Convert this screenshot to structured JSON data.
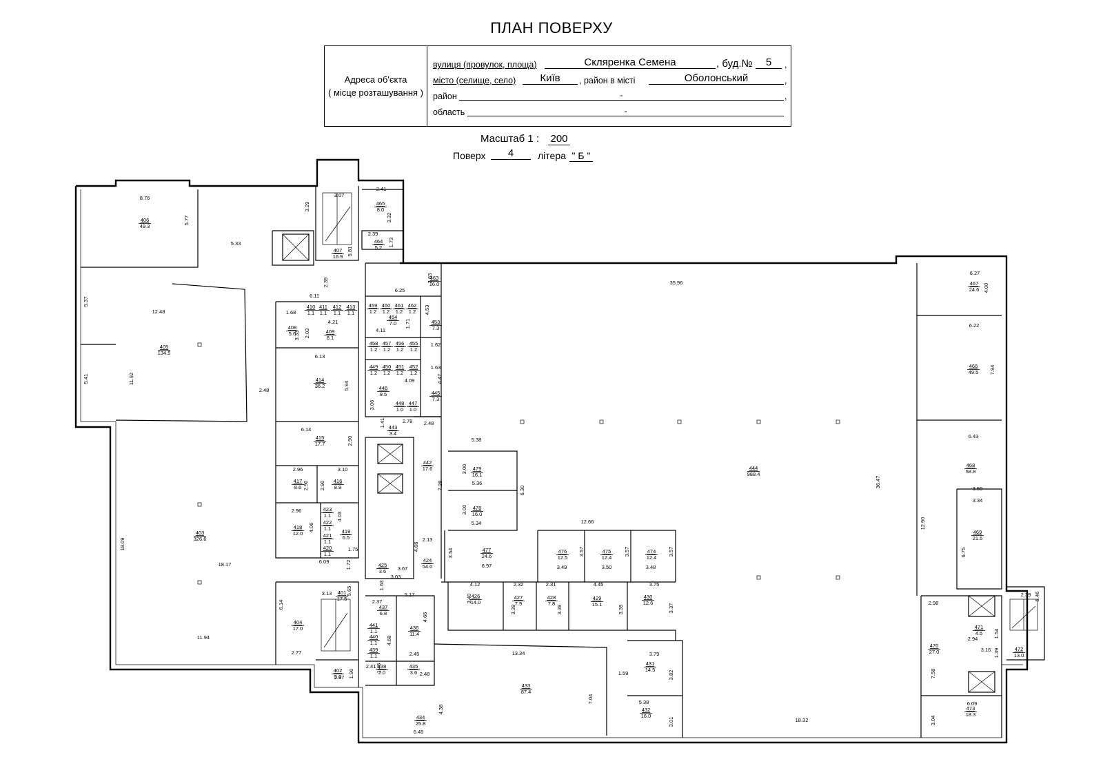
{
  "title": "ПЛАН ПОВЕРХУ",
  "address": {
    "label_line1": "Адреса об'єкта",
    "label_line2": "( місце розташування )",
    "street_label": "вулиця (провулок, площа)",
    "street_value": "Скляренка Семена",
    "building_label": ", буд.№",
    "building_value": "5",
    "city_label": "місто (селище, село)",
    "city_value": "Київ",
    "city_district_label": ",  район в місті",
    "city_district_value": "Оболонський",
    "district_label": "район",
    "district_value": "-",
    "region_label": "область",
    "region_value": "-",
    "comma": ","
  },
  "scale": {
    "label": "Масштаб  1 :",
    "value": "200"
  },
  "floor": {
    "label": "Поверх",
    "value": "4",
    "letter_label": "літера",
    "letter_value": "\" Б \""
  },
  "rooms": [
    {
      "n": "406",
      "a": "49.3"
    },
    {
      "n": "405",
      "a": "134.5"
    },
    {
      "n": "403",
      "a": "326.6"
    },
    {
      "n": "404",
      "a": "17.0"
    },
    {
      "n": "402",
      "a": "5.6"
    },
    {
      "n": "401",
      "a": "17.5"
    },
    {
      "n": "407",
      "a": "16.9"
    },
    {
      "n": "465",
      "a": "8.0"
    },
    {
      "n": "464",
      "a": "5.2"
    },
    {
      "n": "463",
      "a": "16.0"
    },
    {
      "n": "408",
      "a": "5.6"
    },
    {
      "n": "409",
      "a": "8.1"
    },
    {
      "n": "414",
      "a": "36.2"
    },
    {
      "n": "415",
      "a": "17.7"
    },
    {
      "n": "417",
      "a": "8.6"
    },
    {
      "n": "416",
      "a": "8.9"
    },
    {
      "n": "418",
      "a": "12.0"
    },
    {
      "n": "419",
      "a": "6.5"
    },
    {
      "n": "454",
      "a": "7.0"
    },
    {
      "n": "453",
      "a": "7.3"
    },
    {
      "n": "446",
      "a": "9.5"
    },
    {
      "n": "445",
      "a": "7.3"
    },
    {
      "n": "443",
      "a": "3.4"
    },
    {
      "n": "442",
      "a": "17.6"
    },
    {
      "n": "425",
      "a": "3.6"
    },
    {
      "n": "424",
      "a": "54.0"
    },
    {
      "n": "479",
      "a": "16.1"
    },
    {
      "n": "478",
      "a": "16.0"
    },
    {
      "n": "477",
      "a": "24.6"
    },
    {
      "n": "476",
      "a": "12.5"
    },
    {
      "n": "475",
      "a": "12.4"
    },
    {
      "n": "474",
      "a": "12.4"
    },
    {
      "n": "426",
      "a": "14.0"
    },
    {
      "n": "427",
      "a": "7.9"
    },
    {
      "n": "428",
      "a": "7.8"
    },
    {
      "n": "429",
      "a": "15.1"
    },
    {
      "n": "430",
      "a": "12.6"
    },
    {
      "n": "437",
      "a": "6.8"
    },
    {
      "n": "436",
      "a": "11.4"
    },
    {
      "n": "435",
      "a": "3.6"
    },
    {
      "n": "438",
      "a": "2.0"
    },
    {
      "n": "433",
      "a": "87.4"
    },
    {
      "n": "434",
      "a": "25.8"
    },
    {
      "n": "431",
      "a": "14.5"
    },
    {
      "n": "432",
      "a": "16.0"
    },
    {
      "n": "444",
      "a": "988.4"
    },
    {
      "n": "467",
      "a": "24.6"
    },
    {
      "n": "466",
      "a": "49.5"
    },
    {
      "n": "468",
      "a": "58.8"
    },
    {
      "n": "469",
      "a": "21.5"
    },
    {
      "n": "470",
      "a": "27.0"
    },
    {
      "n": "471",
      "a": "4.5"
    },
    {
      "n": "472",
      "a": "13.0"
    },
    {
      "n": "473",
      "a": "18.3"
    },
    {
      "n": "410",
      "a": "1.1"
    },
    {
      "n": "411",
      "a": "1.1"
    },
    {
      "n": "412",
      "a": "1.1"
    },
    {
      "n": "413",
      "a": "1.1"
    },
    {
      "n": "459",
      "a": "1.2"
    },
    {
      "n": "460",
      "a": "1.2"
    },
    {
      "n": "461",
      "a": "1.2"
    },
    {
      "n": "462",
      "a": "1.2"
    },
    {
      "n": "458",
      "a": "1.2"
    },
    {
      "n": "457",
      "a": "1.2"
    },
    {
      "n": "456",
      "a": "1.2"
    },
    {
      "n": "455",
      "a": "1.2"
    },
    {
      "n": "449",
      "a": "1.2"
    },
    {
      "n": "450",
      "a": "1.2"
    },
    {
      "n": "451",
      "a": "1.2"
    },
    {
      "n": "452",
      "a": "1.2"
    },
    {
      "n": "448",
      "a": "1.0"
    },
    {
      "n": "447",
      "a": "1.0"
    },
    {
      "n": "423",
      "a": "1.1"
    },
    {
      "n": "422",
      "a": "1.1"
    },
    {
      "n": "421",
      "a": "1.1"
    },
    {
      "n": "420",
      "a": "1.1"
    },
    {
      "n": "441",
      "a": "1.1"
    },
    {
      "n": "440",
      "a": "1.1"
    },
    {
      "n": "439",
      "a": "1.1"
    }
  ],
  "dimensions": [
    "8.76",
    "5.77",
    "5.37",
    "12.48",
    "5.41",
    "11.92",
    "18.09",
    "18.17",
    "11.94",
    "6.14",
    "2.77",
    "3.07",
    "3.29",
    "5.33",
    "5.81",
    "2.41",
    "3.32",
    "2.39",
    "1.73",
    "2.63",
    "2.39",
    "6.11",
    "4.21",
    "1.68",
    "3.33",
    "2.03",
    "2.48",
    "6.13",
    "5.94",
    "6.14",
    "2.90",
    "2.96",
    "2.90",
    "3.10",
    "2.90",
    "2.96",
    "4.06",
    "4.03",
    "1.75",
    "1.72",
    "6.09",
    "3.13",
    "5.65",
    "2.97",
    "1.90",
    "6.25",
    "4.53",
    "4.11",
    "1.71",
    "1.62",
    "1.63",
    "4.09",
    "4.47",
    "3.06",
    "1.41",
    "2.78",
    "2.48",
    "7.28",
    "4.66",
    "2.13",
    "3.67",
    "3.03",
    "1.63",
    "5.17",
    "2.37",
    "4.68",
    "4.66",
    "2.45",
    "2.41",
    "1.45",
    "2.48",
    "5.38",
    "3.00",
    "5.36",
    "6.30",
    "3.00",
    "5.34",
    "3.54",
    "6.97",
    "12.66",
    "3.57",
    "3.49",
    "3.57",
    "3.50",
    "3.57",
    "3.48",
    "4.12",
    "3.40",
    "2.32",
    "3.39",
    "2.31",
    "3.39",
    "4.45",
    "3.39",
    "3.75",
    "3.37",
    "13.34",
    "3.79",
    "1.59",
    "3.82",
    "7.04",
    "5.38",
    "3.01",
    "4.38",
    "6.45",
    "35.96",
    "36.47",
    "18.32",
    "6.27",
    "4.00",
    "6.22",
    "7.94",
    "6.43",
    "3.50",
    "3.34",
    "12.90",
    "6.75",
    "2.98",
    "2.94",
    "1.54",
    "3.16",
    "1.39",
    "7.58",
    "6.09",
    "3.04",
    "2.39",
    "5.46"
  ]
}
